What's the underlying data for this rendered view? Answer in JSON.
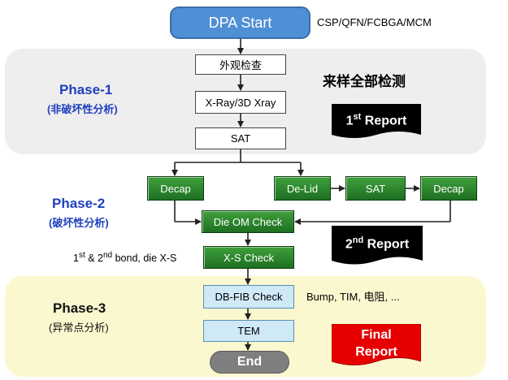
{
  "start": {
    "label": "DPA Start",
    "note": "CSP/QFN/FCBGA/MCM"
  },
  "phase1": {
    "title": "Phase-1",
    "subtitle": "(非破坏性分析)",
    "note": "来样全部检测",
    "steps": [
      "外观检查",
      "X-Ray/3D Xray",
      "SAT"
    ],
    "report": {
      "ordinal": "1",
      "sup": "st",
      "label": "Report"
    }
  },
  "phase2": {
    "title": "Phase-2",
    "subtitle": "(破坏性分析)",
    "left_decap": "Decap",
    "delid": "De-Lid",
    "sat": "SAT",
    "right_decap": "Decap",
    "die_om": "Die OM Check",
    "xs_check": "X-S Check",
    "xs_note": {
      "a": "1",
      "a_sup": "st",
      "b": " & 2",
      "b_sup": "nd",
      "c": " bond, die X-S"
    },
    "report": {
      "ordinal": "2",
      "sup": "nd",
      "label": "Report"
    }
  },
  "phase3": {
    "title": "Phase-3",
    "subtitle": "(异常点分析)",
    "fib": "DB-FIB Check",
    "fib_note": "Bump, TIM, 电阻, ...",
    "tem": "TEM",
    "end": "End",
    "report": {
      "line1": "Final",
      "line2": "Report"
    }
  },
  "colors": {
    "start_fill": "#4f8fd6",
    "phase1_panel": "#eeeeee",
    "phase3_panel": "#fbf8d0",
    "green_box": "#2e8b2e",
    "blue_box": "#cfe9f7",
    "report_black": "#000000",
    "report_red": "#e60000",
    "end_fill": "#7f7f7f"
  }
}
